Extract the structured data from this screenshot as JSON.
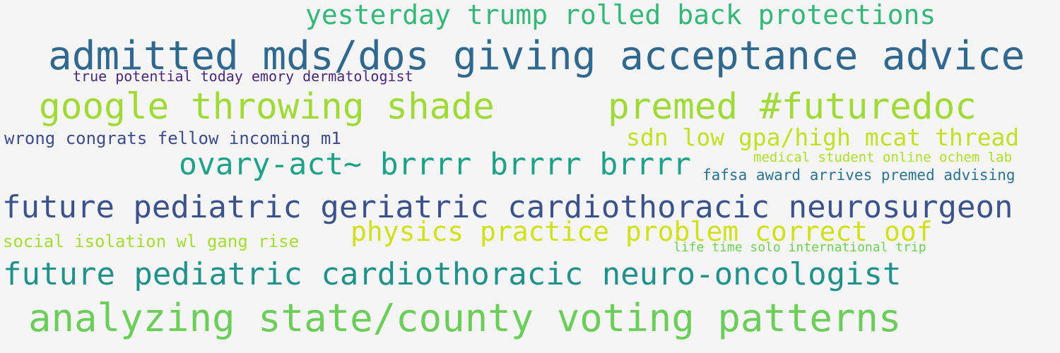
{
  "words": [
    {
      "text": "yesterday trump rolled back protections",
      "color": "#35b779"
    },
    {
      "text": "admitted mds/dos giving acceptance advice",
      "color": "#31688e"
    },
    {
      "text": "true potential today emory dermatologist",
      "color": "#482878"
    },
    {
      "text": "google throwing shade",
      "color": "#a0da39"
    },
    {
      "text": "premed #futuredoc",
      "color": "#a0da39"
    },
    {
      "text": "wrong congrats fellow incoming m1",
      "color": "#3e4a89"
    },
    {
      "text": "sdn low gpa/high mcat thread",
      "color": "#c2df23"
    },
    {
      "text": "medical student online ochem lab",
      "color": "#addc30"
    },
    {
      "text": "ovary-act~ brrrr brrrr brrrr",
      "color": "#1fa187"
    },
    {
      "text": "fafsa award arrives premed advising",
      "color": "#2c728e"
    },
    {
      "text": "future pediatric geriatric cardiothoracic neurosurgeon",
      "color": "#3b528b"
    },
    {
      "text": "physics practice problem correct oof",
      "color": "#d0e11c"
    },
    {
      "text": "social isolation wl gang rise",
      "color": "#a5db36"
    },
    {
      "text": "life time solo international trip",
      "color": "#6ece58"
    },
    {
      "text": "future pediatric cardiothoracic neuro-oncologist",
      "color": "#21918c"
    },
    {
      "text": "analyzing state/county voting patterns",
      "color": "#6ccd5a"
    }
  ]
}
